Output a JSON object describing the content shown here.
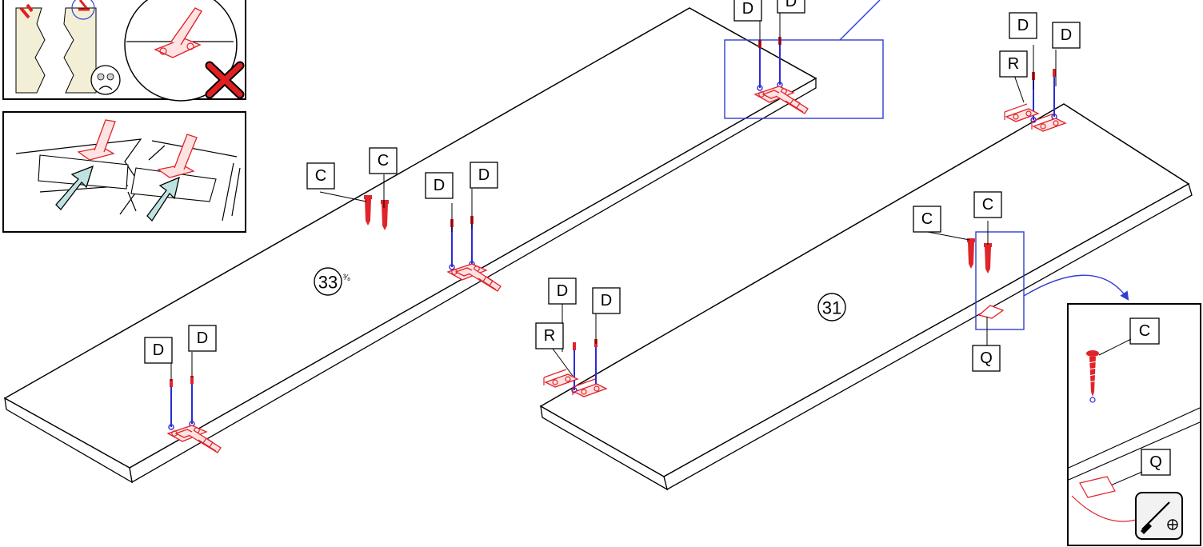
{
  "colors": {
    "line": "#000000",
    "hinge": "#e0242a",
    "screw_blue": "#2b2bd6",
    "zoom_frame": "#2f3fd0",
    "inset_fill": "#f3efd6",
    "arrow_fill": "#bfe3e1",
    "warning_red": "#e02020"
  },
  "parts": {
    "C": "C",
    "D": "D",
    "R": "R",
    "Q": "Q"
  },
  "panels": {
    "left": {
      "number": "33",
      "mark": "³⁄₈"
    },
    "right": {
      "number": "31"
    }
  },
  "icons": [
    "screwdriver-icon",
    "phillips-head-icon",
    "sad-face-icon",
    "wrong-cross-icon",
    "direction-arrow-icon"
  ]
}
